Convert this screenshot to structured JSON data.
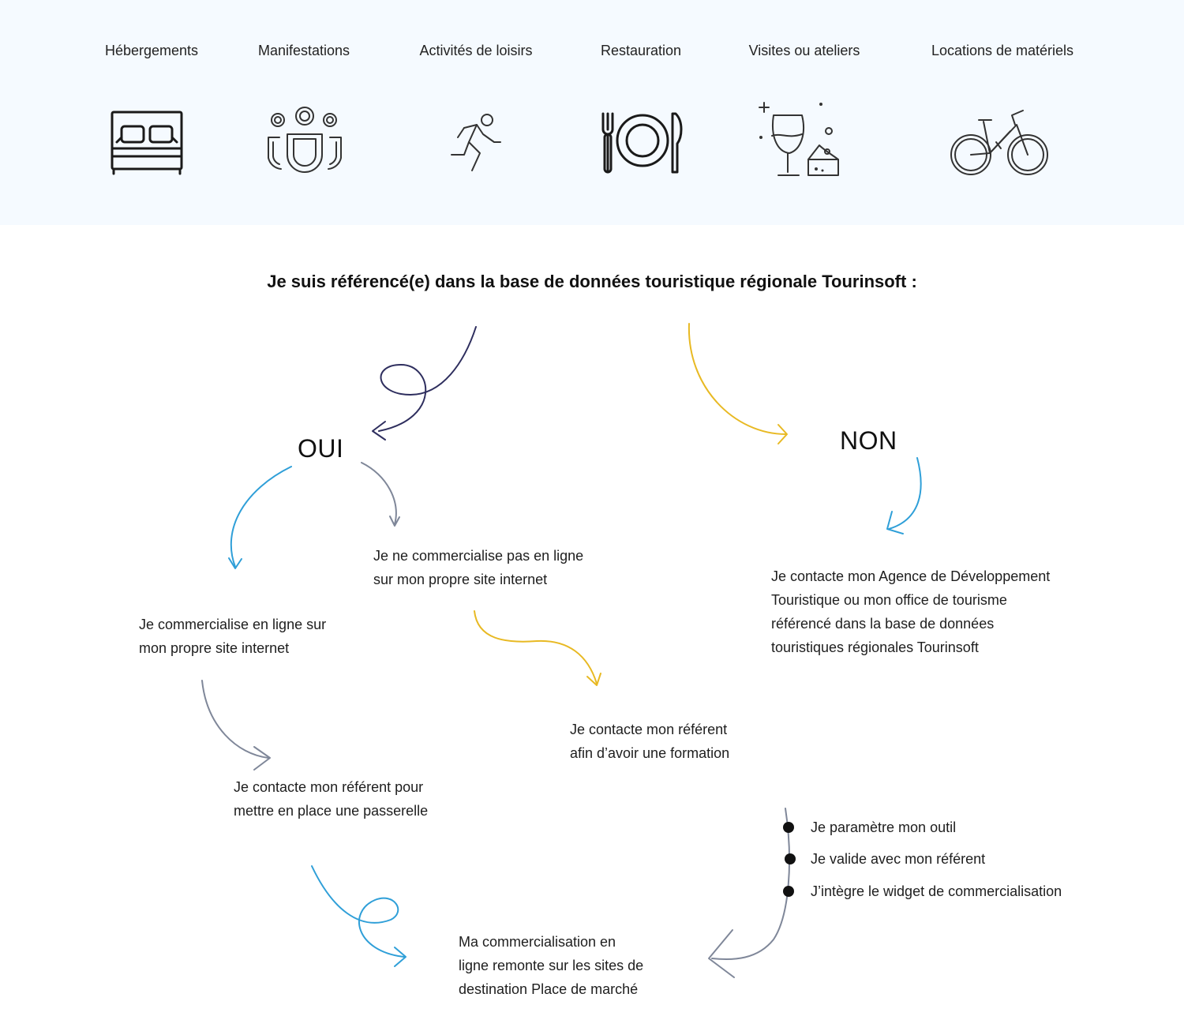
{
  "categories": [
    {
      "label": "Hébergements",
      "icon": "bed-icon"
    },
    {
      "label": "Manifestations",
      "icon": "crowd-icon"
    },
    {
      "label": "Activités de loisirs",
      "icon": "runner-icon"
    },
    {
      "label": "Restauration",
      "icon": "cutlery-plate-icon"
    },
    {
      "label": "Visites ou ateliers",
      "icon": "wine-cheese-icon"
    },
    {
      "label": "Locations de matériels",
      "icon": "bicycle-icon"
    }
  ],
  "headline": "Je suis référencé(e) dans la base de données touristique régionale Tourinsoft :",
  "flow": {
    "yes": "OUI",
    "no": "NON",
    "sell_online": "Je commercialise en ligne sur\nmon propre site internet",
    "not_sell_online": "Je ne commercialise pas en ligne\nsur mon propre site internet",
    "contact_agency": "Je contacte mon Agence de Développement\nTouristique ou mon office de tourisme\nréférencé dans la base de données\ntouristiques régionales Tourinsoft",
    "contact_bridge": "Je contacte  mon référent pour\nmettre en place une passerelle",
    "contact_training": "Je contacte mon référent\nafin d’avoir une formation",
    "steps": [
      "Je paramètre mon outil",
      "Je valide avec mon référent",
      "J’intègre le widget de commercialisation"
    ],
    "result": "Ma commercialisation en\nligne remonte sur les sites de\ndestination Place de marché"
  },
  "colors": {
    "band_bg": "#f5faff",
    "arrow_navy": "#2e2e5e",
    "arrow_yellow": "#e8b923",
    "arrow_blue": "#2f9fd8",
    "arrow_gray": "#7f8799"
  }
}
